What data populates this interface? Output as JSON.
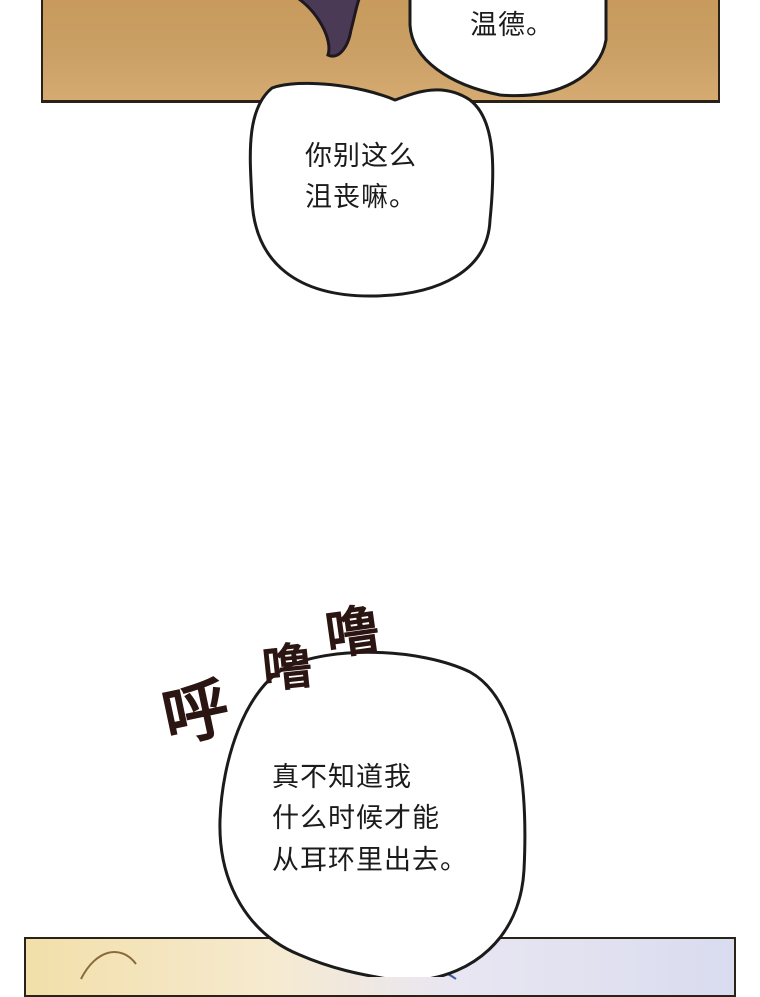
{
  "bubbles": {
    "top_line": "温德。",
    "middle_line_1": "你别这么",
    "middle_line_2": "沮丧嘛。",
    "bottom_line_1": "真不知道我",
    "bottom_line_2": "什么时候才能",
    "bottom_line_3": "从耳环里出去。"
  },
  "sfx": {
    "char1": "呼",
    "char2": "噜",
    "char3": "噜"
  },
  "colors": {
    "top_panel": "#c89a5c",
    "outline": "#2a2118",
    "sfx": "#2b1512"
  }
}
